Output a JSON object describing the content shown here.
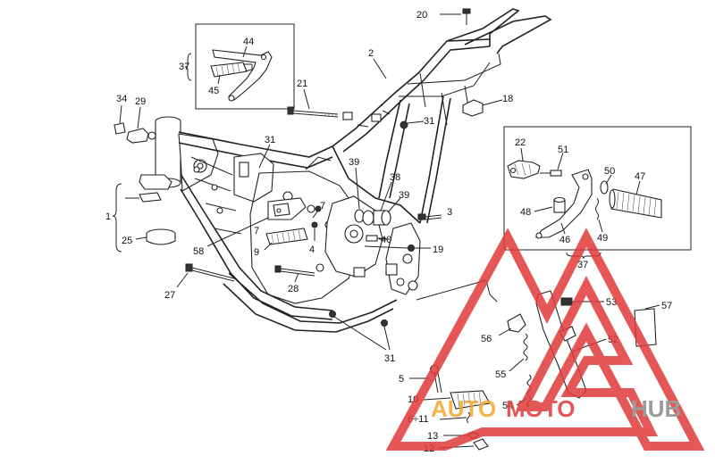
{
  "callouts": {
    "c1": "1",
    "c2": "2",
    "c3": "3",
    "c4": "4",
    "c5": "5",
    "c7": "7",
    "c9": "9",
    "c10": "10",
    "c6_11": "6÷11",
    "c12": "12",
    "c13": "13",
    "c18": "18",
    "c19": "19",
    "c20": "20",
    "c21": "21",
    "c22": "22",
    "c25": "25",
    "c27": "27",
    "c28": "28",
    "c29": "29",
    "c31a": "31",
    "c31b": "31",
    "c31c": "31",
    "c34": "34",
    "c37a": "37",
    "c37b": "37",
    "c38": "38",
    "c39a": "39",
    "c39b": "39",
    "c40": "40",
    "c44": "44",
    "c45": "45",
    "c46": "46",
    "c47": "47",
    "c48": "48",
    "c49": "49",
    "c50": "50",
    "c51": "51",
    "c52": "52",
    "c53": "53",
    "c54": "54",
    "c55": "55",
    "c56": "56",
    "c57": "57",
    "c58": "58"
  },
  "watermark": {
    "part1": "AUTO",
    "part2": "MOTO",
    "part3": "HUB",
    "color_red": "#e03a3a",
    "color_orange": "#f3a72a",
    "color_gray": "#8a8a8a"
  }
}
